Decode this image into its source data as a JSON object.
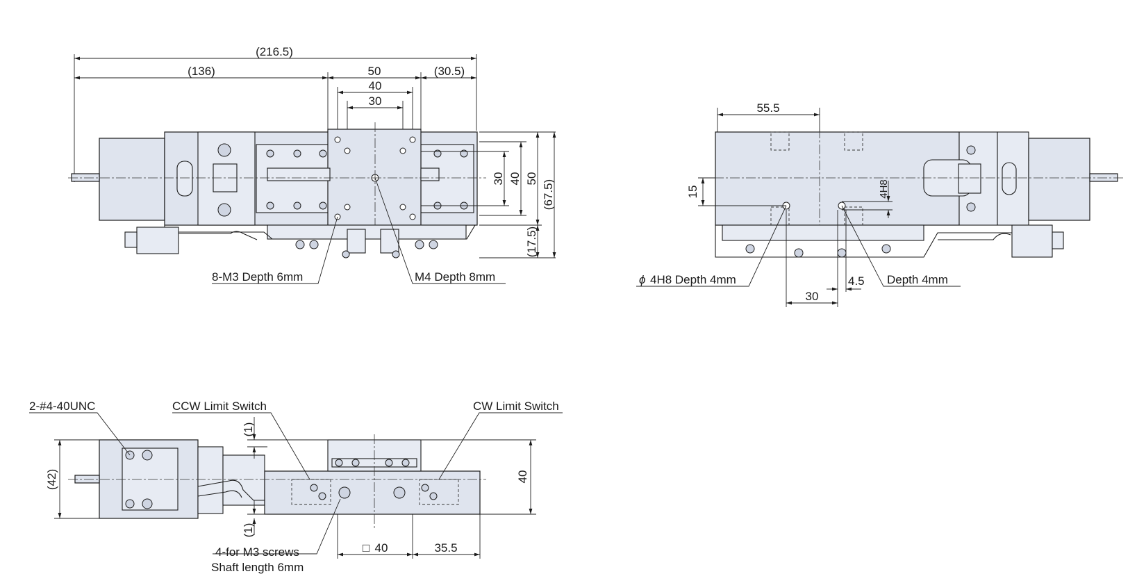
{
  "top_view": {
    "dims": {
      "overall": "(216.5)",
      "motor_side": "(136)",
      "table": "50",
      "hole_pitch_outer": "40",
      "hole_pitch_inner": "30",
      "end_side": "(30.5)",
      "v_inner": "30",
      "v_mid": "40",
      "v_outer": "50",
      "v_overall": "(67.5)",
      "v_bottom": "(17.5)"
    },
    "callouts": {
      "mount_holes": "8-M3 Depth 6mm",
      "center_hole": "M4 Depth 8mm"
    }
  },
  "side_view": {
    "dims": {
      "offset": "55.5",
      "height": "15",
      "small_h": "4H8",
      "spacing": "30",
      "small_w": "4.5"
    },
    "callouts": {
      "pin_hole": "4H8 Depth 4mm",
      "pin_symbol": "ϕ",
      "slot_depth": "Depth 4mm"
    }
  },
  "end_view": {
    "dims": {
      "height_overall": "(42)",
      "gap_top": "(1)",
      "gap_bottom": "(1)",
      "height_body": "40",
      "square": "40",
      "square_symbol": "□",
      "right_offset": "35.5"
    },
    "callouts": {
      "unc": "2-#4-40UNC",
      "ccw": "CCW Limit Switch",
      "cw": "CW Limit Switch",
      "screws_line1": "4-for M3 screws",
      "screws_line2": "Shaft length 6mm"
    }
  }
}
